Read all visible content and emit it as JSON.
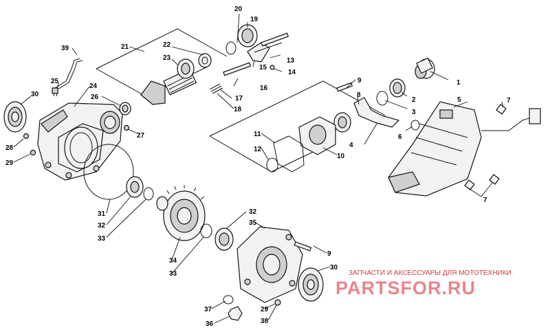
{
  "callouts": [
    {
      "id": "c20",
      "label": "20"
    },
    {
      "id": "c19",
      "label": "19"
    },
    {
      "id": "c21",
      "label": "21"
    },
    {
      "id": "c22",
      "label": "22"
    },
    {
      "id": "c23",
      "label": "23"
    },
    {
      "id": "c39",
      "label": "39"
    },
    {
      "id": "c13",
      "label": "13"
    },
    {
      "id": "c15",
      "label": "15"
    },
    {
      "id": "c14",
      "label": "14"
    },
    {
      "id": "c25",
      "label": "25"
    },
    {
      "id": "c24",
      "label": "24"
    },
    {
      "id": "c30a",
      "label": "30"
    },
    {
      "id": "c26",
      "label": "26"
    },
    {
      "id": "c16",
      "label": "16"
    },
    {
      "id": "c17",
      "label": "17"
    },
    {
      "id": "c18",
      "label": "18"
    },
    {
      "id": "c9a",
      "label": "9"
    },
    {
      "id": "c1",
      "label": "1"
    },
    {
      "id": "c8",
      "label": "8"
    },
    {
      "id": "c2",
      "label": "2"
    },
    {
      "id": "c5",
      "label": "5"
    },
    {
      "id": "c7a",
      "label": "7"
    },
    {
      "id": "c3",
      "label": "3"
    },
    {
      "id": "c6",
      "label": "6"
    },
    {
      "id": "c4",
      "label": "4"
    },
    {
      "id": "c11",
      "label": "11"
    },
    {
      "id": "c12",
      "label": "12"
    },
    {
      "id": "c10",
      "label": "10"
    },
    {
      "id": "c27",
      "label": "27"
    },
    {
      "id": "c28",
      "label": "28"
    },
    {
      "id": "c29a",
      "label": "29"
    },
    {
      "id": "c7b",
      "label": "7"
    },
    {
      "id": "c31",
      "label": "31"
    },
    {
      "id": "c32a",
      "label": "32"
    },
    {
      "id": "c33a",
      "label": "33"
    },
    {
      "id": "c32b",
      "label": "32"
    },
    {
      "id": "c35",
      "label": "35"
    },
    {
      "id": "c34",
      "label": "34"
    },
    {
      "id": "c33b",
      "label": "33"
    },
    {
      "id": "c9b",
      "label": "9"
    },
    {
      "id": "c30b",
      "label": "30"
    },
    {
      "id": "c37",
      "label": "37"
    },
    {
      "id": "c29b",
      "label": "29"
    },
    {
      "id": "c36",
      "label": "36"
    },
    {
      "id": "c38",
      "label": "38"
    }
  ],
  "watermark": {
    "tagline": "ЗАПЧАСТИ И АКСЕССУАРЫ ДЛЯ МОТОТЕХНИКИ",
    "brand": "PARTSFOR.RU",
    "color": "#e8868a"
  }
}
